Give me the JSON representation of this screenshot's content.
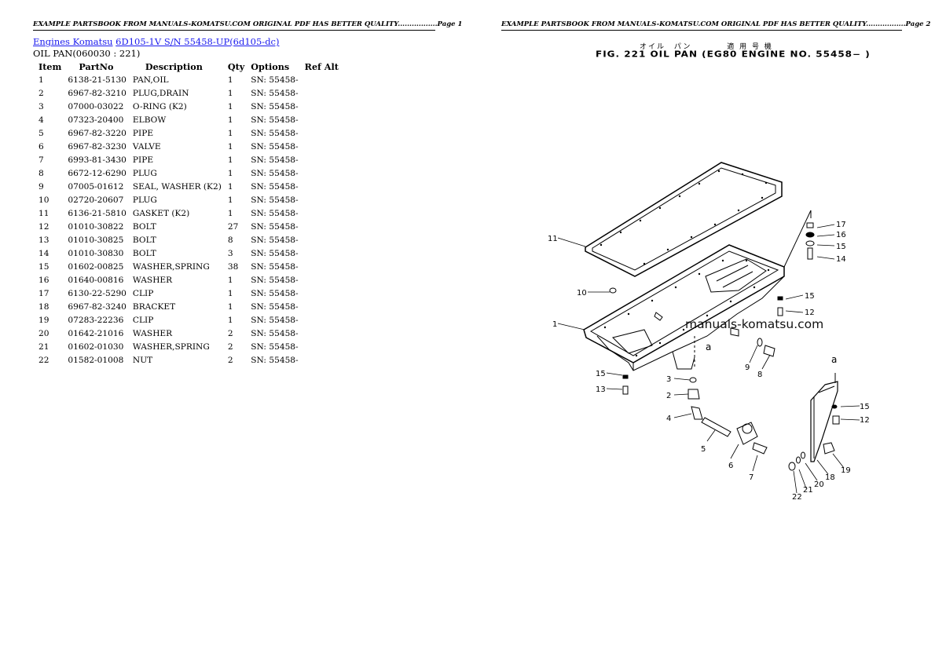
{
  "header": {
    "page1": "EXAMPLE PARTSBOOK FROM MANUALS-KOMATSU.COM ORIGINAL PDF HAS BETTER QUALITY.................Page 1",
    "page2": "EXAMPLE PARTSBOOK FROM MANUALS-KOMATSU.COM ORIGINAL PDF HAS BETTER QUALITY.................Page 2"
  },
  "breadcrumb": {
    "link1": "Engines Komatsu",
    "link2": "6D105-1V S/N 55458-UP(6d105-dc)"
  },
  "subtitle": "OIL PAN(060030 : 221)",
  "table": {
    "columns": [
      "Item",
      "PartNo",
      "Description",
      "Qty",
      "Options",
      "Ref Alt"
    ],
    "rows": [
      [
        "1",
        "6138-21-5130",
        "PAN,OIL",
        "1",
        "SN: 55458-",
        ""
      ],
      [
        "2",
        "6967-82-3210",
        "PLUG,DRAIN",
        "1",
        "SN: 55458-",
        ""
      ],
      [
        "3",
        "07000-03022",
        "O-RING (K2)",
        "1",
        "SN: 55458-",
        ""
      ],
      [
        "4",
        "07323-20400",
        "ELBOW",
        "1",
        "SN: 55458-",
        ""
      ],
      [
        "5",
        "6967-82-3220",
        "PIPE",
        "1",
        "SN: 55458-",
        ""
      ],
      [
        "6",
        "6967-82-3230",
        "VALVE",
        "1",
        "SN: 55458-",
        ""
      ],
      [
        "7",
        "6993-81-3430",
        "PIPE",
        "1",
        "SN: 55458-",
        ""
      ],
      [
        "8",
        "6672-12-6290",
        "PLUG",
        "1",
        "SN: 55458-",
        ""
      ],
      [
        "9",
        "07005-01612",
        "SEAL, WASHER (K2)",
        "1",
        "SN: 55458-",
        ""
      ],
      [
        "10",
        "02720-20607",
        "PLUG",
        "1",
        "SN: 55458-",
        ""
      ],
      [
        "11",
        "6136-21-5810",
        "GASKET (K2)",
        "1",
        "SN: 55458-",
        ""
      ],
      [
        "12",
        "01010-30822",
        "BOLT",
        "27",
        "SN: 55458-",
        ""
      ],
      [
        "13",
        "01010-30825",
        "BOLT",
        "8",
        "SN: 55458-",
        ""
      ],
      [
        "14",
        "01010-30830",
        "BOLT",
        "3",
        "SN: 55458-",
        ""
      ],
      [
        "15",
        "01602-00825",
        "WASHER,SPRING",
        "38",
        "SN: 55458-",
        ""
      ],
      [
        "16",
        "01640-00816",
        "WASHER",
        "1",
        "SN: 55458-",
        ""
      ],
      [
        "17",
        "6130-22-5290",
        "CLIP",
        "1",
        "SN: 55458-",
        ""
      ],
      [
        "18",
        "6967-82-3240",
        "BRACKET",
        "1",
        "SN: 55458-",
        ""
      ],
      [
        "19",
        "07283-22236",
        "CLIP",
        "1",
        "SN: 55458-",
        ""
      ],
      [
        "20",
        "01642-21016",
        "WASHER",
        "2",
        "SN: 55458-",
        ""
      ],
      [
        "21",
        "01602-01030",
        "WASHER,SPRING",
        "2",
        "SN: 55458-",
        ""
      ],
      [
        "22",
        "01582-01008",
        "NUT",
        "2",
        "SN: 55458-",
        ""
      ]
    ]
  },
  "figure": {
    "jp_line": [
      "オイル",
      "パン",
      "適 用 号 機"
    ],
    "title": "FIG. 221  OIL  PAN  (EG80  ENGINE  NO. 55458− )",
    "watermark": "manuals-komatsu.com",
    "callout_a": "a",
    "callouts": [
      "1",
      "2",
      "3",
      "4",
      "5",
      "6",
      "7",
      "8",
      "9",
      "10",
      "11",
      "12",
      "12",
      "13",
      "14",
      "15",
      "15",
      "15",
      "16",
      "17",
      "18",
      "19",
      "20",
      "21",
      "22"
    ]
  }
}
